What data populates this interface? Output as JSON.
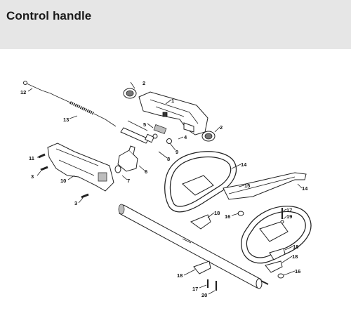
{
  "page": {
    "title": "Control handle"
  },
  "callouts": {
    "c1": "1",
    "c2a": "2",
    "c2b": "2",
    "c3a": "3",
    "c3b": "3",
    "c4": "4",
    "c5": "5",
    "c6": "6",
    "c7": "7",
    "c8": "8",
    "c9": "9",
    "c10": "10",
    "c11": "11",
    "c12": "12",
    "c13": "13",
    "c14a": "14",
    "c14b": "14",
    "c15": "15",
    "c16a": "16",
    "c16b": "16",
    "c17a": "17",
    "c17b": "17",
    "c18a": "18",
    "c18b": "18",
    "c18c": "18",
    "c18d": "18",
    "c19": "19",
    "c20": "20"
  }
}
